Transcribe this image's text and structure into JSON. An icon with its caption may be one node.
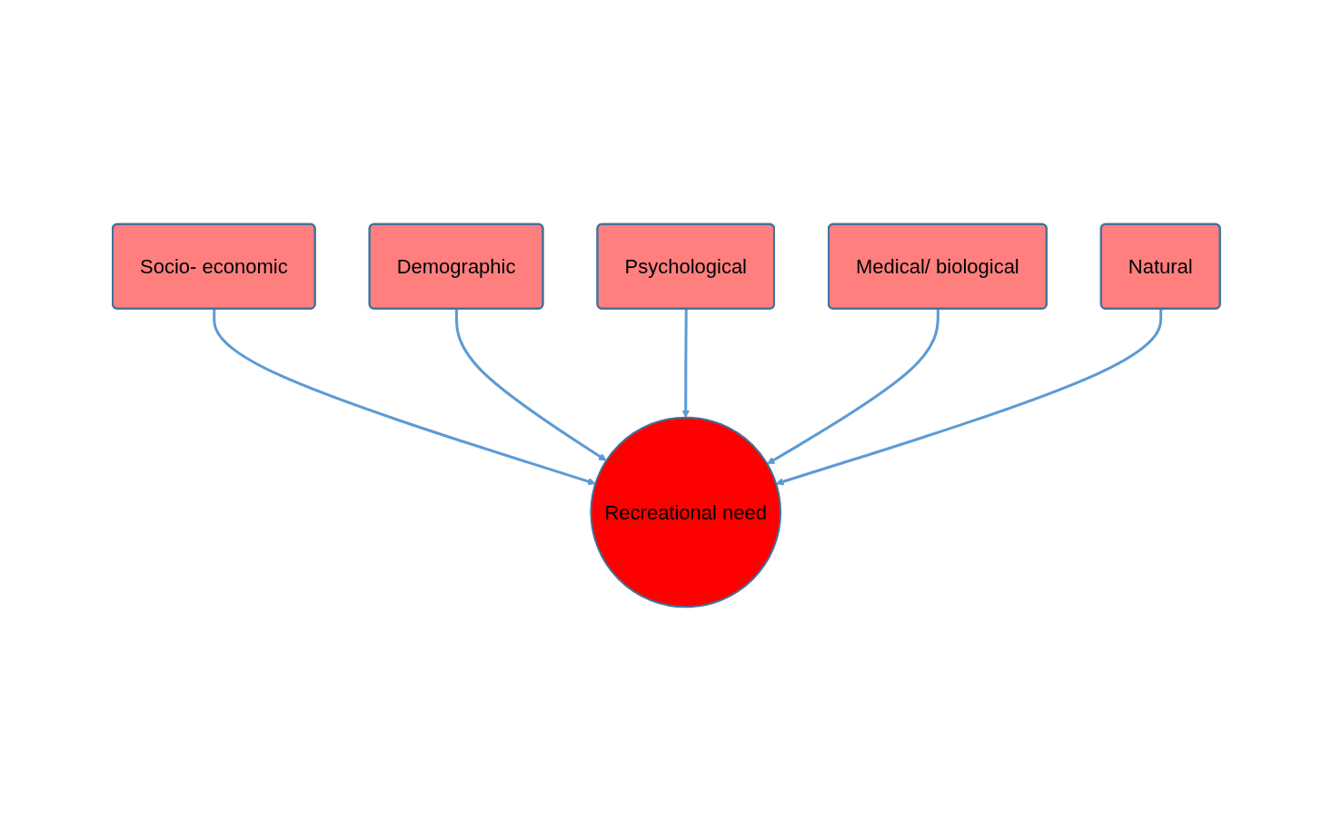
{
  "diagram": {
    "nodes": [
      {
        "text": [
          "Socio- economic"
        ]
      },
      {
        "text": [
          "Demographic"
        ]
      },
      {
        "text": [
          "Recreational need"
        ]
      },
      {
        "text": [
          "Psychological"
        ]
      },
      {
        "text": [
          "Medical/ biological"
        ]
      },
      {
        "text": [
          "Natural"
        ]
      }
    ],
    "edges": [
      {
        "from": 0,
        "to": 2,
        "arrow": "to"
      },
      {
        "from": 1,
        "to": 2,
        "arrow": "to"
      },
      {
        "from": 3,
        "to": 2,
        "arrow": "to"
      },
      {
        "from": 4,
        "to": 2,
        "arrow": "to"
      },
      {
        "from": 5,
        "to": 2,
        "arrow": "to"
      }
    ]
  }
}
